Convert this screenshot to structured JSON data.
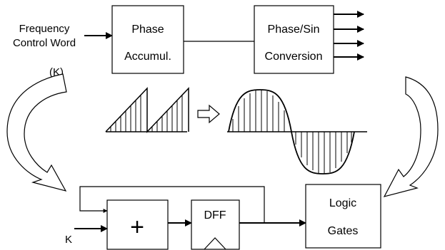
{
  "input": {
    "line1": "Frequency",
    "line2": "Control Word",
    "k_label": "(K)"
  },
  "phase_accumulator": {
    "line1": "Phase",
    "line2": "Accumul."
  },
  "phase_sin_conversion": {
    "line1": "Phase/Sin",
    "line2": "Conversion"
  },
  "adder": {
    "symbol": "+",
    "input_label": "K"
  },
  "dff": {
    "label": "DFF"
  },
  "logic_gates": {
    "line1": "Logic",
    "line2": "Gates"
  }
}
